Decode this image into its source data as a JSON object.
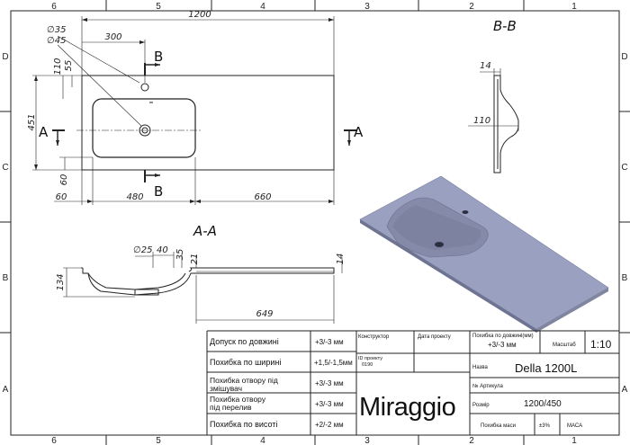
{
  "frame": {
    "col_labels": [
      "6",
      "5",
      "4",
      "3",
      "2",
      "1"
    ],
    "row_labels": [
      "D",
      "C",
      "B",
      "A"
    ]
  },
  "plan_view": {
    "dims": {
      "overall_width": "1200",
      "offset_300": "300",
      "d35": "∅35",
      "d45": "∅45",
      "d110": "110",
      "d55": "55",
      "d451": "451",
      "d60_vertical": "60",
      "d60_horizontal": "60",
      "d480": "480",
      "d660": "660"
    },
    "section_marks": {
      "b_top": "B",
      "b_bottom": "B",
      "a_left": "A",
      "a_right": "A"
    }
  },
  "section_bb": {
    "title": "B-B",
    "dims": {
      "d14": "14",
      "d110": "110"
    }
  },
  "section_aa": {
    "title": "A-A",
    "dims": {
      "d25": "∅25",
      "d40": "40",
      "d35": "35",
      "d21": "21",
      "d14": "14",
      "d134": "134",
      "d649": "649"
    }
  },
  "render_3d": {
    "surface_color": "#9aa0bf"
  },
  "title_block": {
    "rows": [
      {
        "label": "Допуск по довжині",
        "value": "+3/-3 мм"
      },
      {
        "label": "Похибка по ширині",
        "value": "+1,5/-1,5мм"
      },
      {
        "label": "Похибка отвору під змішувач",
        "value": "+3/-3 мм"
      },
      {
        "label": "Похибка отвору під перелив",
        "value": "+3/-3 мм"
      },
      {
        "label": "Похибка по висоті",
        "value": "+2/-2 мм"
      }
    ],
    "constructor_label": "Конструктор",
    "date_label": "Дата проекту",
    "project_id_label": "ID проекту",
    "project_id": "0190",
    "depth_error_label": "Похибка по довжині(мм)",
    "depth_error_value": "+3/-3 мм",
    "scale_label": "Масштаб",
    "scale_value": "1:10",
    "name_label": "Назва",
    "name_value": "Della 1200L",
    "article_label": "№ Артикула",
    "size_label": "Розмір",
    "size_value": "1200/450",
    "brand": "Miraggio",
    "mass_error_label": "Похибка маси",
    "mass_error_value": "±3%",
    "mass_label": "МАСА"
  }
}
